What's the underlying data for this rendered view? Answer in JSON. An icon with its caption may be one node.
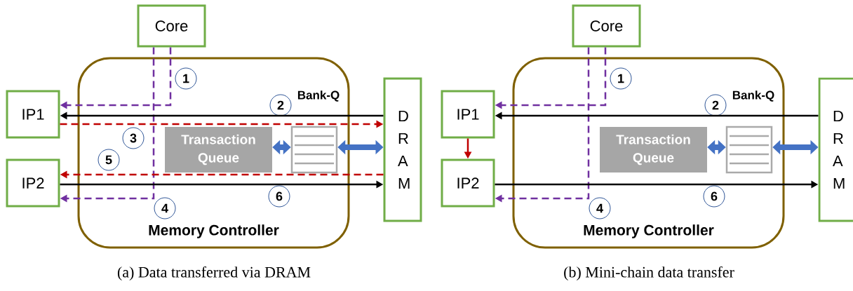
{
  "diagram": {
    "nodes": [
      {
        "text": [
          "Core"
        ]
      },
      {
        "text": [
          "Memory Controller"
        ]
      },
      {
        "text": [
          "IP1"
        ]
      },
      {
        "text": [
          "IP2"
        ]
      },
      {
        "text": [
          "D R A M"
        ]
      },
      {
        "text": [
          "Transaction Queue"
        ],
        "in": 1
      },
      {
        "text": [
          "Bank-Q"
        ],
        "in": 1
      },
      {
        "text": [
          "1"
        ],
        "in": 1
      },
      {
        "text": [
          "2"
        ],
        "in": 1
      },
      {
        "text": [
          "3"
        ],
        "in": 1
      },
      {
        "text": [
          "4"
        ],
        "in": 1
      },
      {
        "text": [
          "5"
        ],
        "in": 1
      },
      {
        "text": [
          "6"
        ],
        "in": 1
      },
      {
        "text": [
          "Core"
        ]
      },
      {
        "text": [
          "Memory Controller"
        ]
      },
      {
        "text": [
          "IP1"
        ]
      },
      {
        "text": [
          "IP2"
        ]
      },
      {
        "text": [
          "D R A M"
        ]
      },
      {
        "text": [
          "Transaction Queue"
        ],
        "in": 14
      },
      {
        "text": [
          "Bank-Q"
        ],
        "in": 14
      },
      {
        "text": [
          "1"
        ],
        "in": 14
      },
      {
        "text": [
          "2"
        ],
        "in": 14
      },
      {
        "text": [
          "4"
        ],
        "in": 14
      },
      {
        "text": [
          "6"
        ],
        "in": 14
      }
    ],
    "edges": [
      {
        "from": 0,
        "to": 2,
        "arrow": "to",
        "style": "dashed",
        "color": "#7030a0"
      },
      {
        "from": 0,
        "to": 3,
        "arrow": "to",
        "style": "dashed",
        "color": "#7030a0"
      },
      {
        "from": 4,
        "to": 2,
        "arrow": "to",
        "color": "#000000"
      },
      {
        "from": 2,
        "to": 4,
        "arrow": "to",
        "style": "dashed",
        "color": "#c00000"
      },
      {
        "from": 4,
        "to": 3,
        "arrow": "to",
        "style": "dashed",
        "color": "#c00000"
      },
      {
        "from": 3,
        "to": 4,
        "arrow": "to",
        "color": "#000000"
      },
      {
        "from": 5,
        "to": 6,
        "arrow": "both",
        "style": "thick",
        "color": "#4472c4"
      },
      {
        "from": 6,
        "to": 4,
        "arrow": "both",
        "style": "thick",
        "color": "#4472c4"
      },
      {
        "from": 13,
        "to": 15,
        "arrow": "to",
        "style": "dashed",
        "color": "#7030a0"
      },
      {
        "from": 13,
        "to": 16,
        "arrow": "to",
        "style": "dashed",
        "color": "#7030a0"
      },
      {
        "from": 17,
        "to": 15,
        "arrow": "to",
        "color": "#000000"
      },
      {
        "from": 15,
        "to": 16,
        "arrow": "to",
        "color": "#c00000"
      },
      {
        "from": 16,
        "to": 17,
        "arrow": "to",
        "color": "#000000"
      },
      {
        "from": 18,
        "to": 19,
        "arrow": "both",
        "style": "thick",
        "color": "#4472c4"
      },
      {
        "from": 19,
        "to": 17,
        "arrow": "both",
        "style": "thick",
        "color": "#4472c4"
      }
    ],
    "labels": [
      "(a) Data transferred via DRAM",
      "(b) Mini-chain data transfer"
    ]
  }
}
